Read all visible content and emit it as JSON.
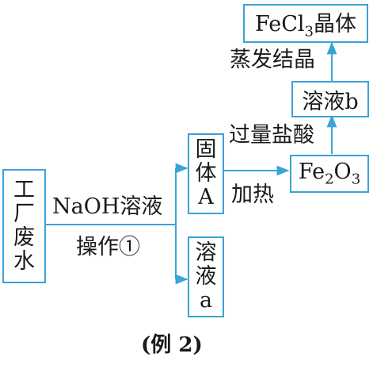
{
  "nodes": {
    "waste": {
      "chars": [
        "工",
        "厂",
        "废",
        "水"
      ]
    },
    "solid": {
      "chars": [
        "固",
        "体",
        "A"
      ]
    },
    "solution_a": {
      "chars": [
        "溶",
        "液",
        "a"
      ]
    },
    "fe2o3": {
      "prefix": "Fe",
      "sub1": "2",
      "mid": "O",
      "sub2": "3"
    },
    "solution_b": {
      "text": "溶液b"
    },
    "fecl3": {
      "prefix": "FeCl",
      "sub": "3",
      "suffix": "晶体"
    }
  },
  "edges": {
    "reagent": "NaOH溶液",
    "operation": "操作①",
    "heat": "加热",
    "acid": "过量盐酸",
    "evaporate": "蒸发结晶"
  },
  "caption": "(例 2)",
  "colors": {
    "line": "#3aa3d8",
    "text": "#1a1a1a"
  }
}
